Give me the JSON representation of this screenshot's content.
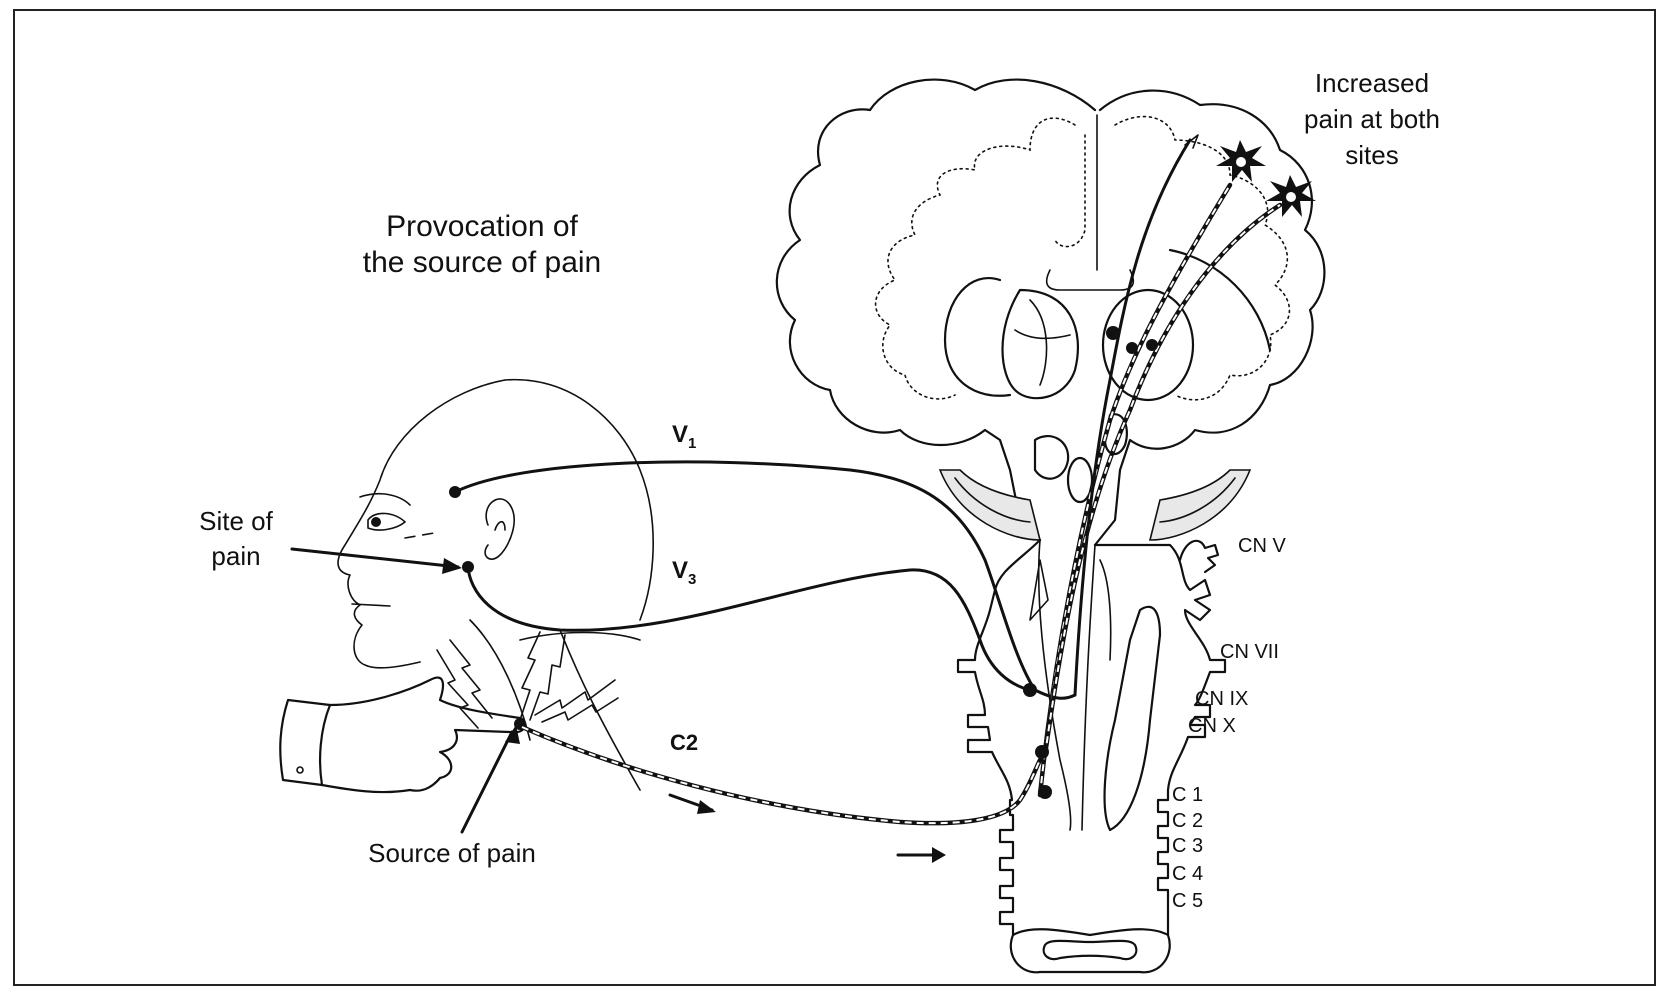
{
  "title": "Provocation of the source of pain",
  "title_lines": [
    "Provocation of",
    "the source of pain"
  ],
  "labels": {
    "site_of_pain": [
      "Site of",
      "pain"
    ],
    "source_of_pain": "Source of pain",
    "increased_pain": [
      "Increased",
      "pain at both",
      "sites"
    ]
  },
  "nerves": {
    "v1": {
      "main": "V",
      "sub": "1"
    },
    "v3": {
      "main": "V",
      "sub": "3"
    },
    "c2": "C2"
  },
  "cranial_nerves": [
    "CN V",
    "CN VII",
    "CN IX",
    "CN X"
  ],
  "cervical_nerves": [
    "C 1",
    "C 2",
    "C 3",
    "C 4",
    "C 5"
  ],
  "colors": {
    "ink": "#111111",
    "background": "#ffffff",
    "shading": "#e8e8e8"
  }
}
